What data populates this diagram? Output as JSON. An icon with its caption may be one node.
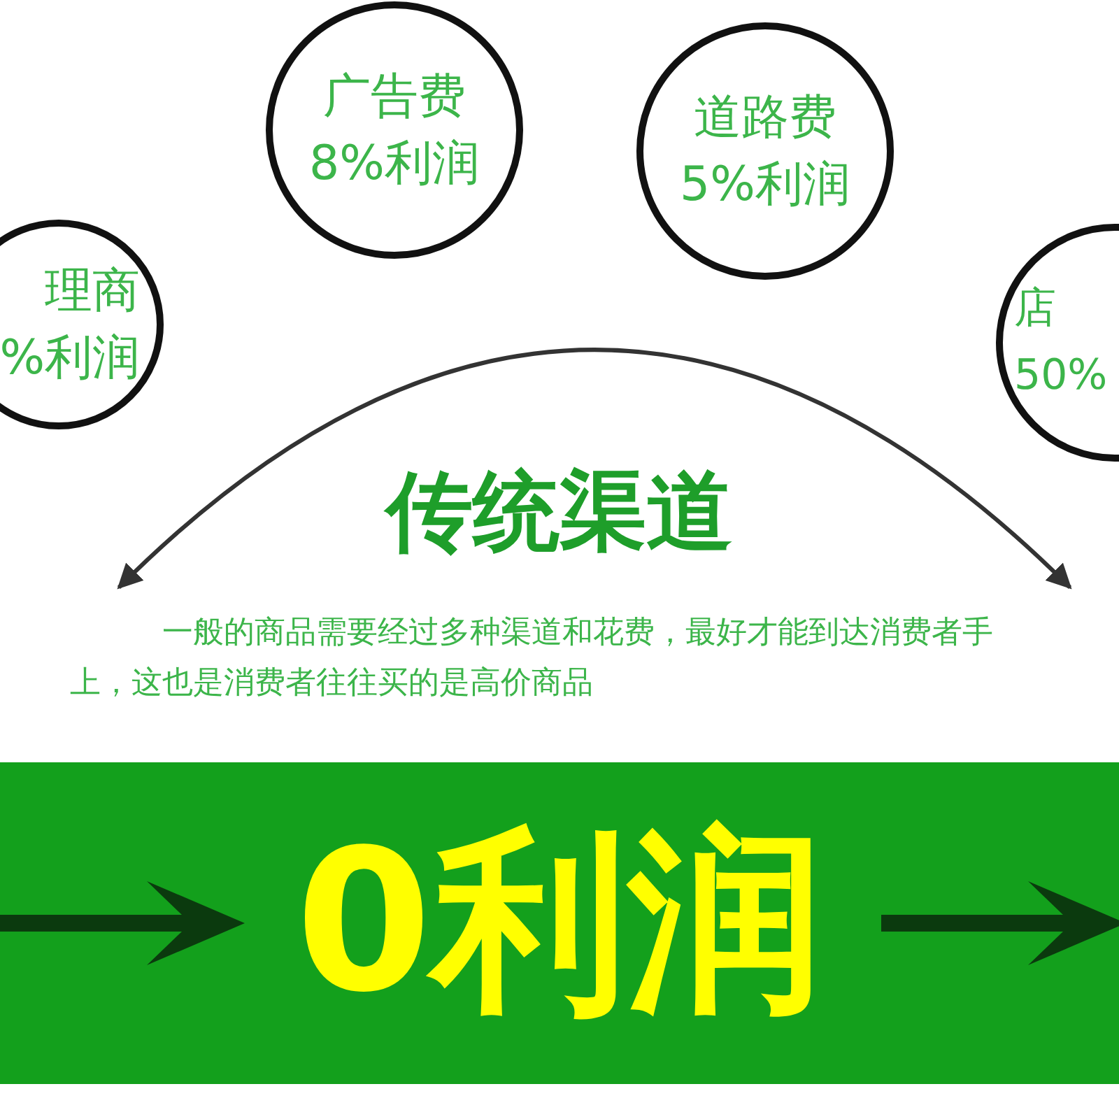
{
  "diagram": {
    "nodes": [
      {
        "text": [
          "理商",
          "%利润"
        ]
      },
      {
        "text": [
          "广告费",
          "8%利润"
        ]
      },
      {
        "text": [
          "道路费",
          "5%利润"
        ]
      },
      {
        "text": [
          "店",
          "50%"
        ]
      },
      {
        "text": [
          "0利润"
        ]
      }
    ],
    "labels": [
      "传统渠道",
      "一般的商品需要经过多种渠道和花费，最好才能到达消费者手上，这也是消费者往往买的是高价商品"
    ]
  }
}
